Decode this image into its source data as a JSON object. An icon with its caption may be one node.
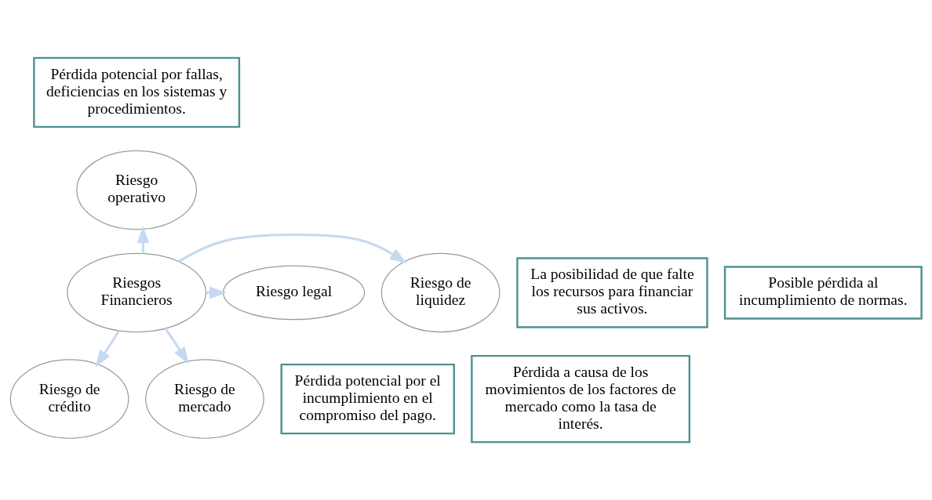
{
  "diagram": {
    "nodes": [
      {
        "text": [
          "Pérdida potencial por fallas, deficiencias en los sistemas y procedimientos."
        ]
      },
      {
        "text": [
          "Riesgo operativo"
        ]
      },
      {
        "text": [
          "La posibilidad de que falte los recursos para financiar sus activos."
        ]
      },
      {
        "text": [
          "Riesgo de liquidez"
        ]
      },
      {
        "text": [
          "Riesgo legal"
        ]
      },
      {
        "text": [
          "Posible pérdida al incumplimiento de normas."
        ]
      },
      {
        "text": [
          "Riesgos Financieros"
        ]
      },
      {
        "text": [
          "Pérdida potencial por el incumplimiento en el compromiso del pago."
        ]
      },
      {
        "text": [
          "Riesgo de crédito"
        ]
      },
      {
        "text": [
          "Riesgo de mercado"
        ]
      },
      {
        "text": [
          "Pérdida a causa de los movimientos de los factores de mercado como la tasa de interés."
        ]
      }
    ],
    "edges": [
      {
        "from": 6,
        "to": 1,
        "arrow": "to"
      },
      {
        "from": 6,
        "to": 4,
        "arrow": "to"
      },
      {
        "from": 6,
        "to": 9,
        "arrow": "to"
      },
      {
        "from": 6,
        "to": 8,
        "arrow": "to"
      },
      {
        "from": 6,
        "to": 3,
        "arrow": "to"
      }
    ]
  }
}
